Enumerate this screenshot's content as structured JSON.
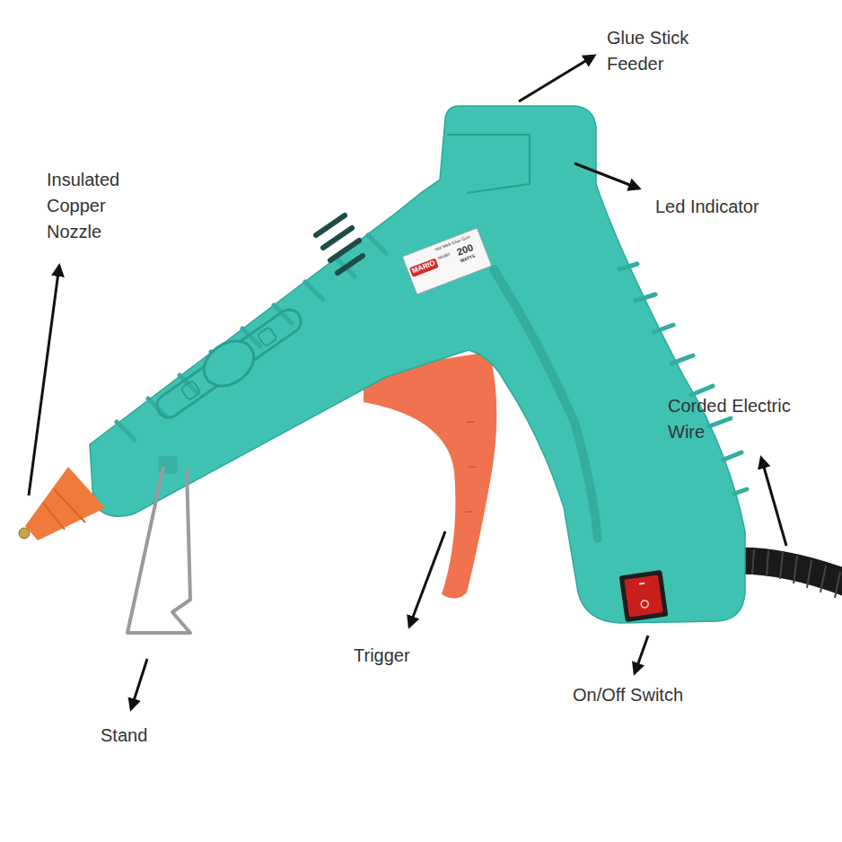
{
  "diagram": {
    "labels": [
      "Glue Stick Feeder",
      "Insulated Copper Nozzle",
      "Led Indicator",
      "MARIO",
      "Hot Melt Glue Gun",
      "Model",
      "200",
      "WATTS",
      "Corded Electric Wire",
      "Trigger",
      "On/Off Switch",
      "Stand"
    ]
  }
}
